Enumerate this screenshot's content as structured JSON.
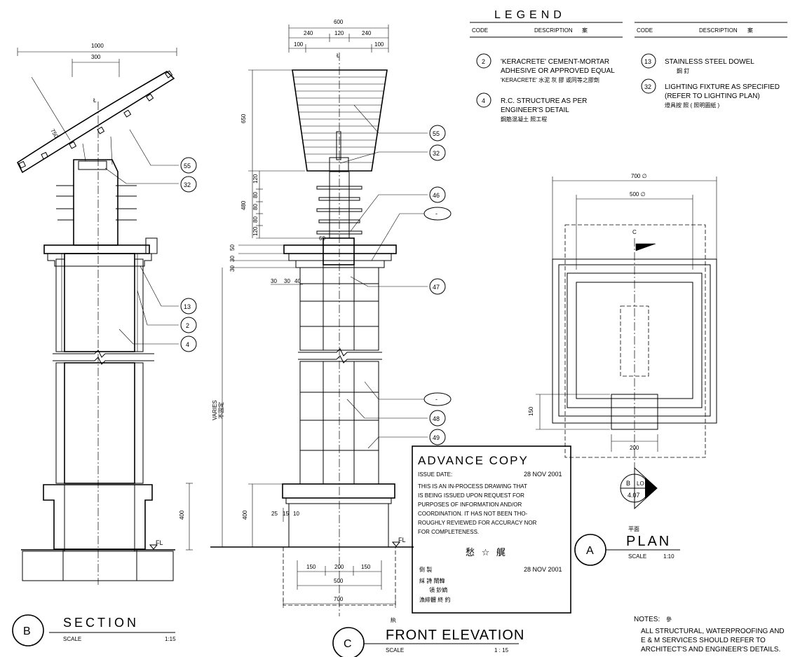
{
  "legend": {
    "title": "LEGEND",
    "col_code": "CODE",
    "col_desc": "DESCRIPTION",
    "col_desc_cn": "案",
    "items": [
      {
        "code": "2",
        "lines": [
          "'KERACRETE' CEMENT-MORTAR",
          "ADHESIVE OR APPROVED EQUAL"
        ],
        "cn": "'KERACRETE'   水泥   灰 膠  或同等之膠劑"
      },
      {
        "code": "4",
        "lines": [
          "R.C. STRUCTURE AS PER",
          "ENGINEER'S DETAIL"
        ],
        "cn": "鋼筋混凝土                 照工程"
      },
      {
        "code": "13",
        "lines": [
          "STAINLESS STEEL DOWEL"
        ],
        "cn": "鋼  釘"
      },
      {
        "code": "32",
        "lines": [
          "LIGHTING FIXTURE AS SPECIFIED",
          "(REFER TO LIGHTING PLAN)"
        ],
        "cn": "燈具按 照 ( 照明圖紙 )"
      }
    ]
  },
  "advance_copy": {
    "title": "ADVANCE COPY",
    "issue_label": "ISSUE DATE:",
    "issue_date": "28 NOV 2001",
    "body": [
      "THIS IS AN  IN-PROCESS DRAWING THAT",
      "IS BEING ISSUED  UPON REQUEST  FOR",
      "PURPOSES OF INFORMATION AND/OR",
      "COORDINATION.  IT HAS NOT BEEN THO-",
      "ROUGHLY REVIEWED FOR ACCURACY NOR",
      "FOR COMPLETENESS."
    ],
    "cn_title": "愁 ☆ 艉",
    "cn_line1": "倒 製",
    "date2": "28 NOV 2001",
    "cn_line2": "綵        詩  閘韓",
    "cn_line3": "領      鈔嫡",
    "cn_line4": "漁緋體      終  約"
  },
  "views": {
    "section": {
      "letter": "B",
      "title": "SECTION",
      "scale_label": "SCALE",
      "scale": "1:15"
    },
    "elevation": {
      "letter": "C",
      "title": "FRONT ELEVATION",
      "cn": "紈",
      "scale_label": "SCALE",
      "scale": "1 : 15"
    },
    "plan": {
      "letter": "A",
      "title": "PLAN",
      "cn": "平面",
      "scale_label": "SCALE",
      "scale": "1:10"
    }
  },
  "plan_marker": {
    "b": "B",
    "lo": "LO",
    "ref": "4.07"
  },
  "notes": {
    "label": "NOTES:",
    "cn": "參",
    "lines": [
      "ALL STRUCTURAL, WATERPROOFING AND",
      "E & M SERVICES SHOULD REFER TO",
      "ARCHITECT'S AND ENGINEER'S DETAILS."
    ]
  },
  "dimensions": {
    "sec_1000": "1000",
    "sec_300": "300",
    "sec_400": "400",
    "sec_fl": "FL",
    "sec_cl": "C\nL",
    "sec_angle": "750",
    "elev_600": "600",
    "elev_240a": "240",
    "elev_120": "120",
    "elev_240b": "240",
    "elev_100a": "100",
    "elev_100b": "100",
    "elev_650": "650",
    "elev_480": "480",
    "elev_120a": "120",
    "elev_80a": "80",
    "elev_80b": "80",
    "elev_80c": "80",
    "elev_120b": "120",
    "elev_50": "50",
    "elev_30a": "30",
    "elev_30b": "30",
    "elev_60": "60",
    "elev_d30a": "30",
    "elev_d30b": "30",
    "elev_d40": "40",
    "elev_varies": "VARIES",
    "elev_varies_cn": "不固定",
    "elev_400": "400",
    "elev_25": "25",
    "elev_15": "15",
    "elev_10": "10",
    "elev_fl": "FL",
    "elev_150a": "150",
    "elev_200": "200",
    "elev_150b": "150",
    "elev_500": "500",
    "elev_700": "700",
    "plan_700": "700 ∅",
    "plan_500": "500 ∅",
    "plan_150": "150",
    "plan_200": "200",
    "plan_cl": "C"
  },
  "tags": {
    "s55": "55",
    "s32": "32",
    "s13": "13",
    "s2": "2",
    "s4": "4",
    "e55": "55",
    "e32": "32",
    "e46": "46",
    "e47": "47",
    "e48": "48",
    "e49": "49"
  }
}
